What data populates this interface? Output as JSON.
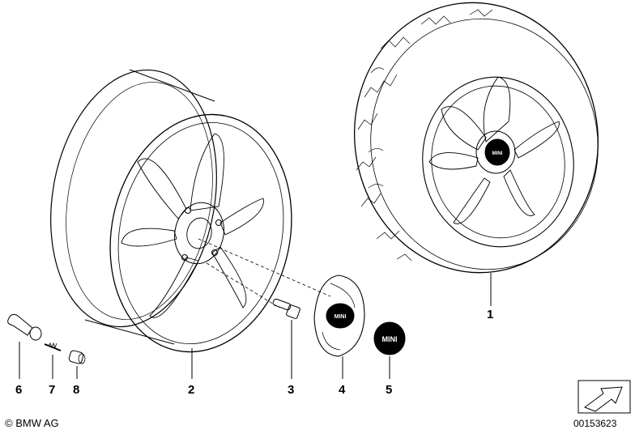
{
  "callouts": {
    "c1": "1",
    "c2": "2",
    "c3": "3",
    "c4": "4",
    "c5": "5",
    "c6": "6",
    "c7": "7",
    "c8": "8"
  },
  "cap_logo": "MINI",
  "badge_logo": "MINI",
  "tire_logo": "MINI",
  "copyright": "© BMW AG",
  "diagram_number": "00153623",
  "icons": [
    "valve-stem-icon",
    "arrow-box-icon"
  ]
}
